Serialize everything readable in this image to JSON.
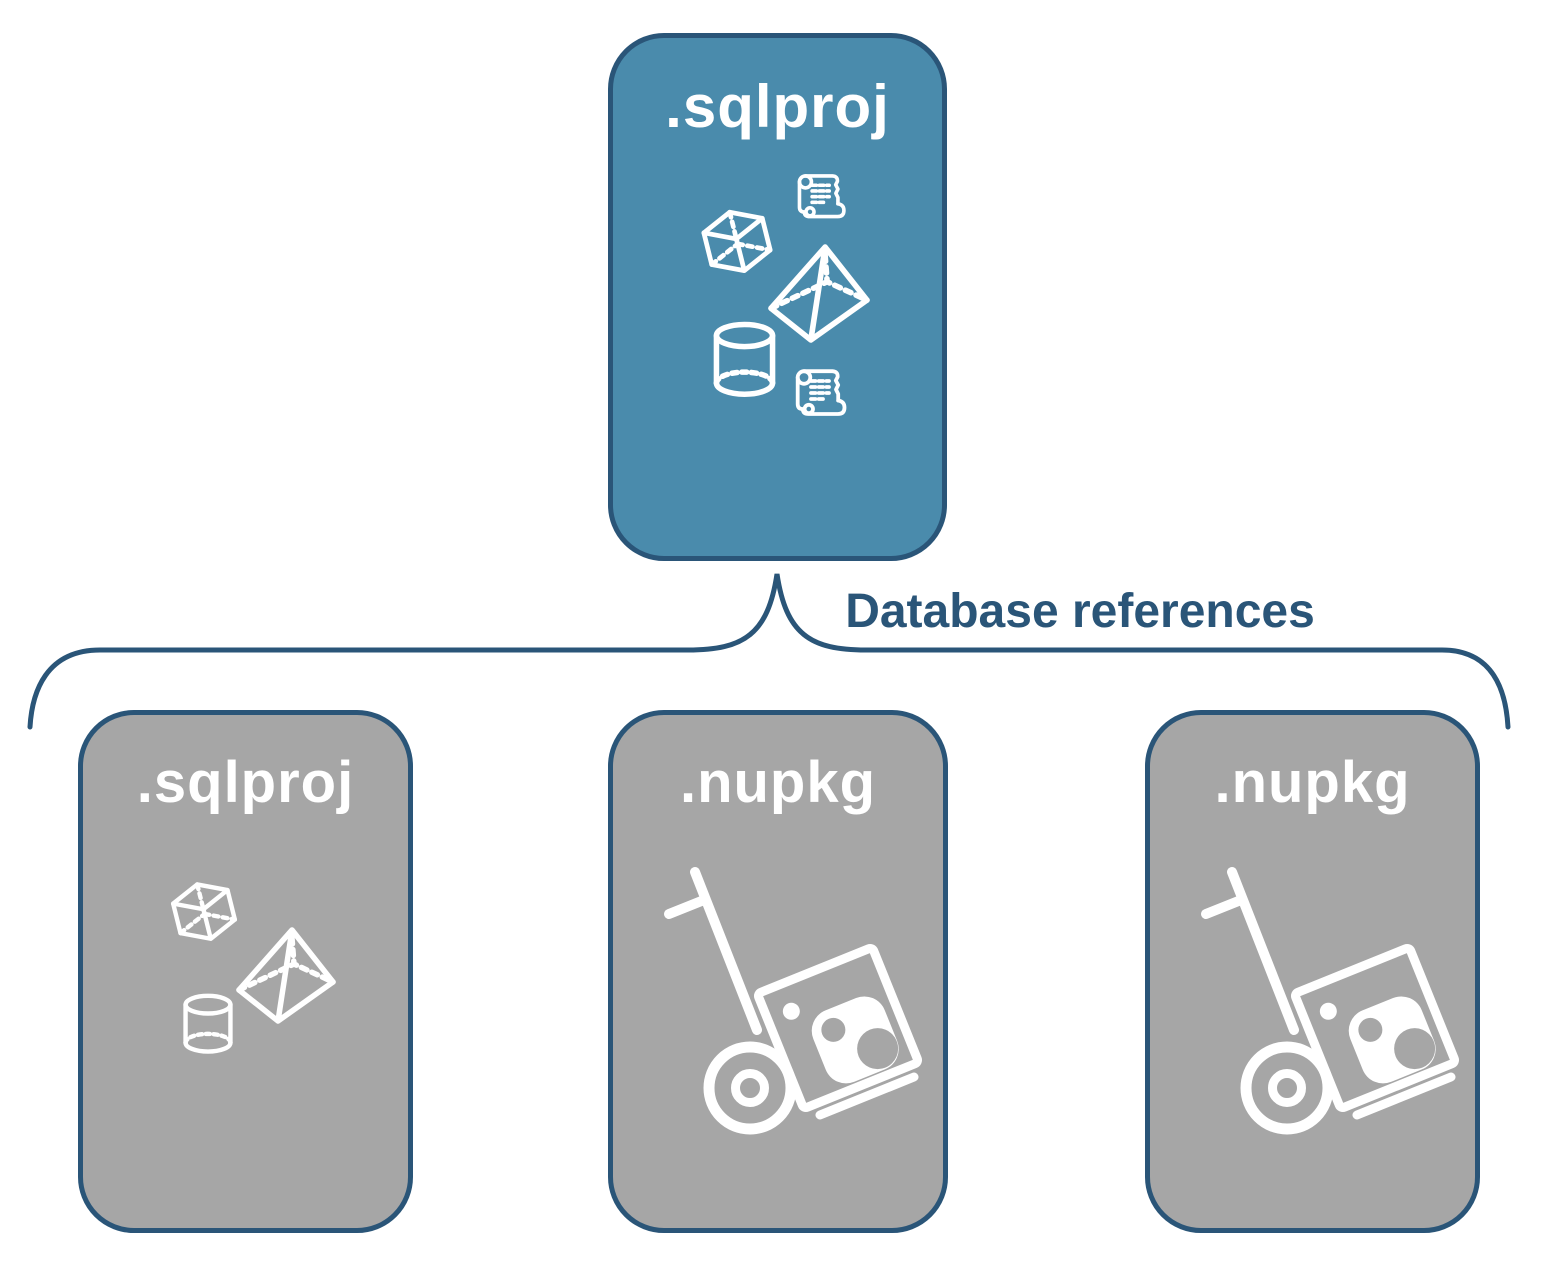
{
  "root_card": {
    "label": ".sqlproj"
  },
  "connector_label": "Database references",
  "child_cards": [
    {
      "label": ".sqlproj"
    },
    {
      "label": ".nupkg"
    },
    {
      "label": ".nupkg"
    }
  ],
  "icons": {
    "root_card": [
      "cube-icon",
      "scroll-icon",
      "pyramid-icon",
      "cylinder-icon",
      "scroll-icon"
    ],
    "child_0": [
      "cube-icon",
      "pyramid-icon",
      "cylinder-icon"
    ],
    "child_1": [
      "handtruck-package-icon"
    ],
    "child_2": [
      "handtruck-package-icon"
    ]
  },
  "colors": {
    "root_card_fill": "#4A8BAC",
    "child_card_fill": "#A6A6A6",
    "outline_and_brace": "#2A5578",
    "connector_text": "#2A5578",
    "card_label_text": "#FFFFFF",
    "icon_stroke": "#FFFFFF",
    "background": "#FFFFFF"
  }
}
